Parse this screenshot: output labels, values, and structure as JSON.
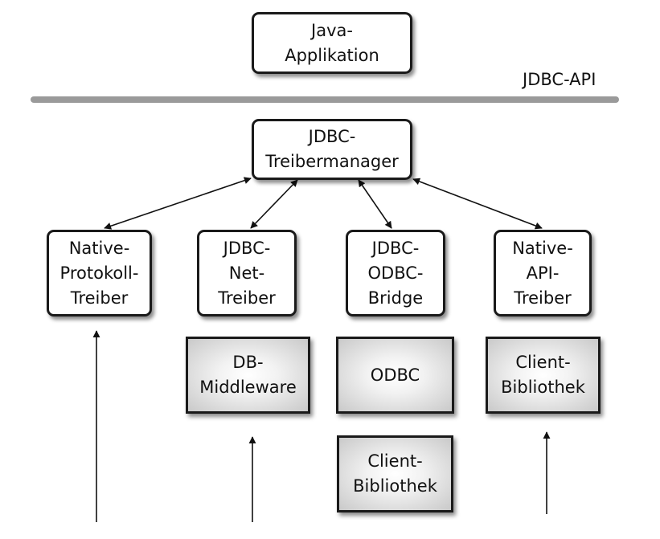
{
  "api_layer": {
    "label": "JDBC-API"
  },
  "application": {
    "lines": [
      "Java-",
      "Applikation"
    ]
  },
  "driver_manager": {
    "lines": [
      "JDBC-",
      "Treibermanager"
    ]
  },
  "drivers": [
    {
      "id": "native-protokoll-treiber",
      "lines": [
        "Native-",
        "Protokoll-",
        "Treiber"
      ]
    },
    {
      "id": "jdbc-net-treiber",
      "lines": [
        "JDBC-",
        "Net-",
        "Treiber"
      ]
    },
    {
      "id": "jdbc-odbc-bridge",
      "lines": [
        "JDBC-",
        "ODBC-",
        "Bridge"
      ]
    },
    {
      "id": "native-api-treiber",
      "lines": [
        "Native-",
        "API-",
        "Treiber"
      ]
    }
  ],
  "middleware": [
    {
      "id": "db-middleware",
      "lines": [
        "DB-",
        "Middleware"
      ]
    },
    {
      "id": "odbc",
      "lines": [
        "ODBC"
      ]
    },
    {
      "id": "client-bibliothek-api",
      "lines": [
        "Client-",
        "Bibliothek"
      ]
    },
    {
      "id": "client-bibliothek-odbc",
      "lines": [
        "Client-",
        "Bibliothek"
      ]
    }
  ]
}
